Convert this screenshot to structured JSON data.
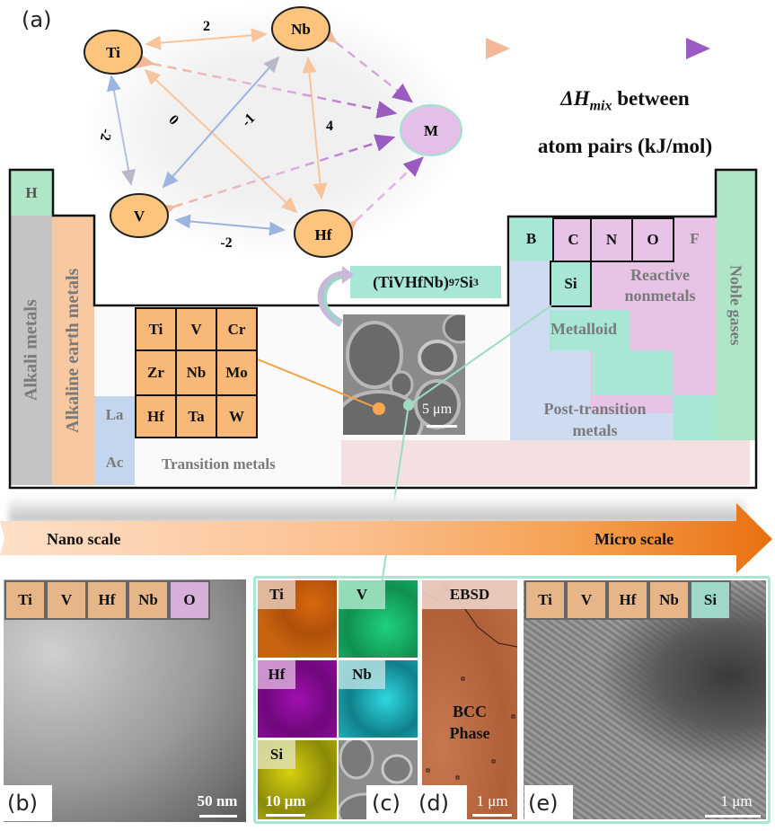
{
  "panel_a": {
    "label": "(a)",
    "nodes": [
      {
        "id": "Ti",
        "label": "Ti"
      },
      {
        "id": "Nb",
        "label": "Nb"
      },
      {
        "id": "V",
        "label": "V"
      },
      {
        "id": "Hf",
        "label": "Hf"
      },
      {
        "id": "M",
        "label": "M"
      }
    ],
    "edges": [
      {
        "from": "Ti",
        "to": "Nb",
        "value": "2"
      },
      {
        "from": "Ti",
        "to": "V",
        "value": "-2"
      },
      {
        "from": "Ti",
        "to": "Hf",
        "value": "0"
      },
      {
        "from": "V",
        "to": "Nb",
        "value": "-1"
      },
      {
        "from": "Nb",
        "to": "Hf",
        "value": "4"
      },
      {
        "from": "V",
        "to": "Hf",
        "value": "-2"
      },
      {
        "from": "Ti",
        "to": "M",
        "value": "",
        "style": "dashed"
      },
      {
        "from": "Nb",
        "to": "M",
        "value": "",
        "style": "dashed"
      },
      {
        "from": "V",
        "to": "M",
        "value": "",
        "style": "dashed"
      },
      {
        "from": "Hf",
        "to": "M",
        "value": "",
        "style": "dashed"
      }
    ],
    "legend": {
      "line1_prefix": "ΔH",
      "line1_sub": "mix",
      "line1_suffix": " between",
      "line2": "atom pairs (kJ/mol)"
    }
  },
  "periodic_table": {
    "H": "H",
    "alkali": "Alkali metals",
    "alkaline": "Alkaline earth metals",
    "La": "La",
    "Ac": "Ac",
    "transition": "Transition metals",
    "tm_cells": [
      "Ti",
      "V",
      "Cr",
      "Zr",
      "Nb",
      "Mo",
      "Hf",
      "Ta",
      "W"
    ],
    "p_block": [
      "B",
      "C",
      "N",
      "O",
      "F"
    ],
    "Si": "Si",
    "reactive_line1": "Reactive",
    "reactive_line2": "nonmetals",
    "metalloid": "Metalloid",
    "post_line1": "Post-transition",
    "post_line2": "metals",
    "noble": "Noble gases"
  },
  "alloy": {
    "prefix": "(TiVHfNb)",
    "sub1": "97",
    "mid": "Si",
    "sub2": "3"
  },
  "sem_inset": {
    "scale_bar": "5 μm"
  },
  "scale_arrow": {
    "left": "Nano scale",
    "right": "Micro scale"
  },
  "panel_b": {
    "label": "(b)",
    "tags": [
      "Ti",
      "V",
      "Hf",
      "Nb",
      "O"
    ],
    "scale_bar": "50 nm"
  },
  "panel_c": {
    "label": "(c)",
    "maps": [
      "Ti",
      "V",
      "Hf",
      "Nb",
      "Si"
    ],
    "scale_bar": "10 μm"
  },
  "panel_d": {
    "label": "(d)",
    "title": "EBSD",
    "phase_line1": "BCC",
    "phase_line2": "Phase",
    "scale_bar": "1 μm"
  },
  "panel_e": {
    "label": "(e)",
    "tags": [
      "Ti",
      "V",
      "Hf",
      "Nb",
      "Si"
    ],
    "scale_bar": "1 μm"
  },
  "colors": {
    "transition_orange": "#f8b878",
    "metalloid_teal": "#a8e6d6",
    "nonmetal_pink": "#e7c3e6",
    "noble_green": "#b0e6c8",
    "alkali_grey": "#c4c4c4",
    "alkaline_peach": "#f8c8a0",
    "post_blue": "#cddcf0",
    "lanthanide_blue": "#c4d6ee",
    "frame_teal": "#a8e6d6"
  }
}
